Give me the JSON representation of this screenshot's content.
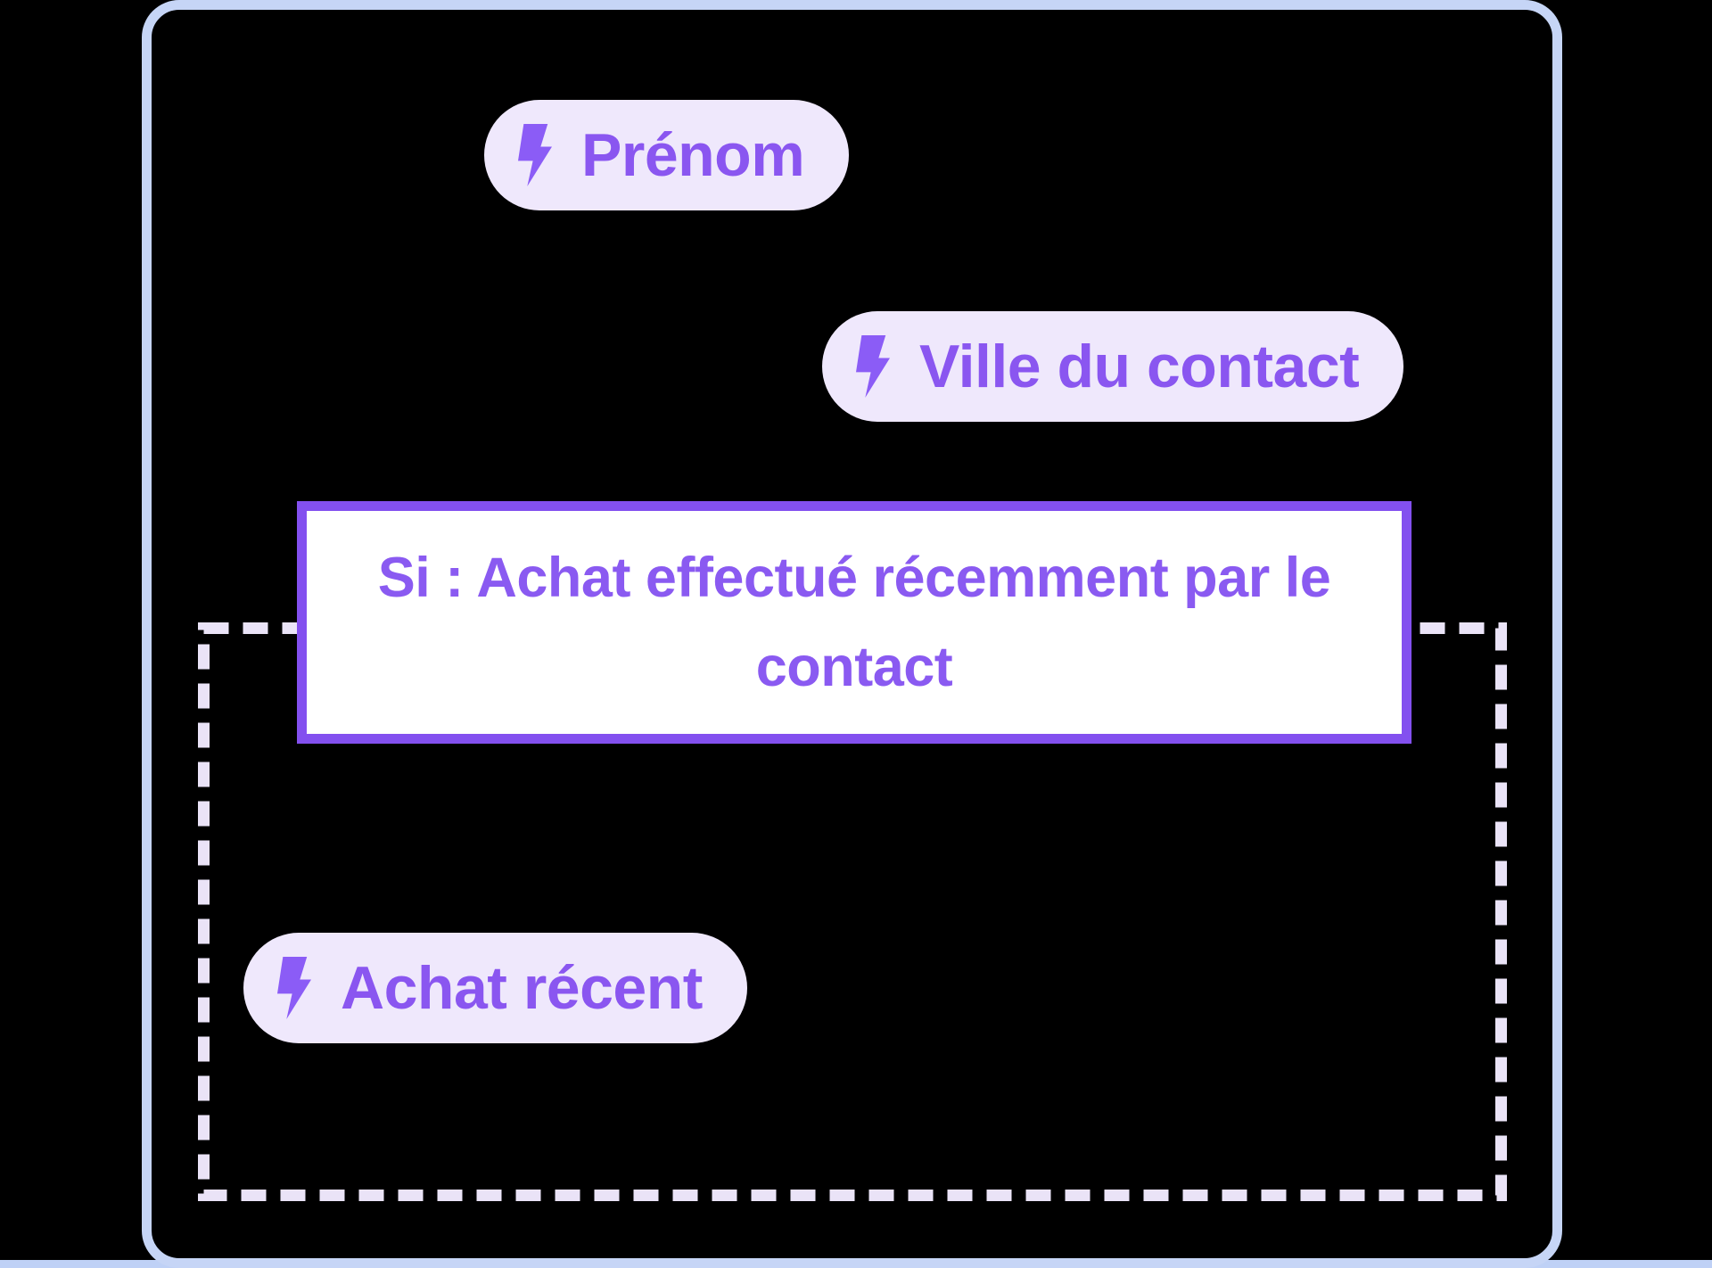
{
  "canvas": {
    "background": "#000000",
    "frame_border_color": "#C6D5F6",
    "bottom_strip_color": "#BFD1F6"
  },
  "colors": {
    "accent_purple": "#8B5CF6",
    "tag_background": "#EFE8FC",
    "tag_text": "#8A56F0",
    "condition_border": "#8350EF",
    "condition_text": "#8A5AF1",
    "dash_color": "#EAE3F7"
  },
  "tags": [
    {
      "id": "prenom",
      "label": "Prénom",
      "icon": "lightning-bolt"
    },
    {
      "id": "ville",
      "label": "Ville du contact",
      "icon": "lightning-bolt"
    },
    {
      "id": "achat",
      "label": "Achat récent",
      "icon": "lightning-bolt"
    }
  ],
  "condition_box": {
    "line1": "Si : Achat effectué récemment par le",
    "line2": "contact"
  }
}
